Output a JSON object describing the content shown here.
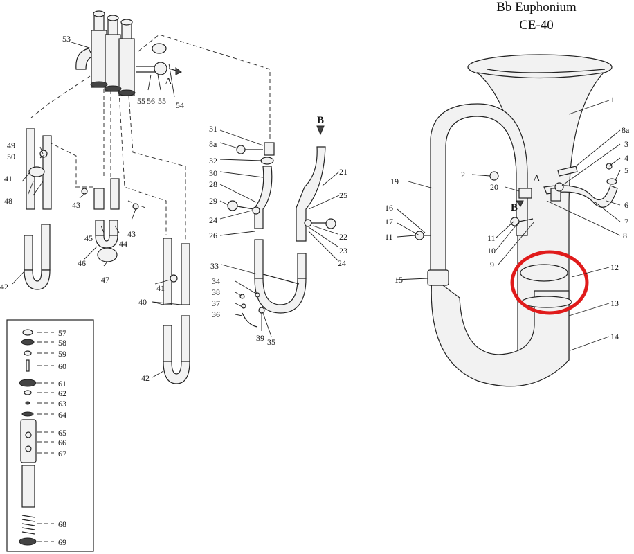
{
  "header": {
    "model_name": "Bb Euphonium",
    "model_code": "CE-40"
  },
  "highlight": {
    "color": "#e01b1b",
    "target_part": "12"
  },
  "markers": {
    "a1": "A",
    "a2": "A",
    "b1": "B",
    "b2": "B"
  },
  "labels": {
    "l53": "53",
    "l56": "56",
    "l55a": "55",
    "l55b": "55",
    "l54": "54",
    "l49": "49",
    "l50": "50",
    "l41a": "41",
    "l48": "48",
    "l43a": "43",
    "l43b": "43",
    "l45": "45",
    "l44": "44",
    "l46": "46",
    "l47": "47",
    "l42a": "42",
    "l41b": "41",
    "l40": "40",
    "l42b": "42",
    "l31": "31",
    "l8a1": "8a",
    "l32": "32",
    "l30": "30",
    "l28": "28",
    "l29": "29",
    "l24a": "24",
    "l26": "26",
    "l21": "21",
    "l25": "25",
    "l22": "22",
    "l23": "23",
    "l24b": "24",
    "l33": "33",
    "l34": "34",
    "l38": "38",
    "l37": "37",
    "l36": "36",
    "l39": "39",
    "l35": "35",
    "l57": "57",
    "l58": "58",
    "l59": "59",
    "l60": "60",
    "l61": "61",
    "l62": "62",
    "l63": "63",
    "l64": "64",
    "l65": "65",
    "l66": "66",
    "l67": "67",
    "l68": "68",
    "l69": "69",
    "l1": "1",
    "l2": "2",
    "l8a2": "8a",
    "l3": "3",
    "l4": "4",
    "l5": "5",
    "l6": "6",
    "l7": "7",
    "l8": "8",
    "l19": "19",
    "l20": "20",
    "l16": "16",
    "l17": "17",
    "l11a": "11",
    "l11b": "11",
    "l10": "10",
    "l9": "9",
    "l15": "15",
    "l12": "12",
    "l13": "13",
    "l14": "14"
  }
}
